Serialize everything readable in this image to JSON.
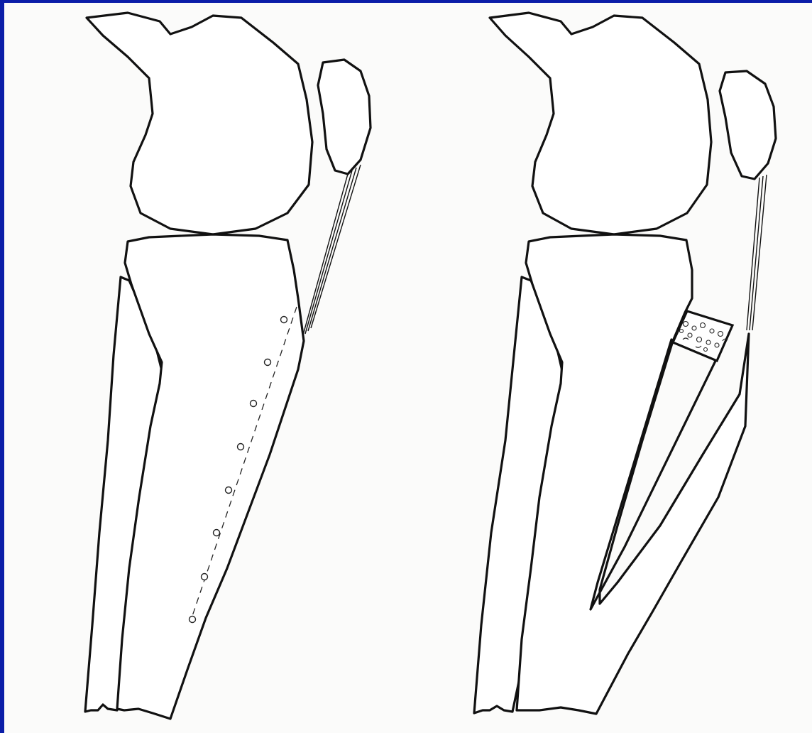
{
  "figure": {
    "panels": [
      {
        "id": "left",
        "view": "preoperative",
        "osteotomy_holes": 8
      },
      {
        "id": "right",
        "view": "postoperative",
        "bone_graft": true
      }
    ],
    "colors": {
      "border": "#0b1ea8",
      "paper": "#fbfbfa",
      "ink": "#111111"
    }
  }
}
